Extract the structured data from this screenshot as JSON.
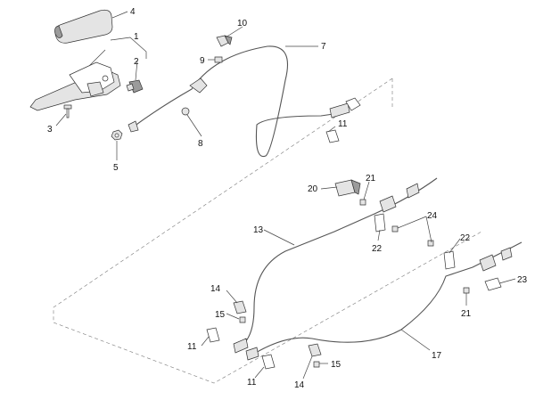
{
  "callouts": {
    "c1": "1",
    "c2": "2",
    "c3": "3",
    "c4": "4",
    "c5": "5",
    "c7": "7",
    "c8": "8",
    "c9": "9",
    "c10": "10",
    "c11a": "11",
    "c11b": "11",
    "c11c": "11",
    "c13": "13",
    "c14a": "14",
    "c14b": "14",
    "c15a": "15",
    "c15b": "15",
    "c17": "17",
    "c20": "20",
    "c21a": "21",
    "c21b": "21",
    "c22a": "22",
    "c22b": "22",
    "c23": "23",
    "c24": "24"
  }
}
